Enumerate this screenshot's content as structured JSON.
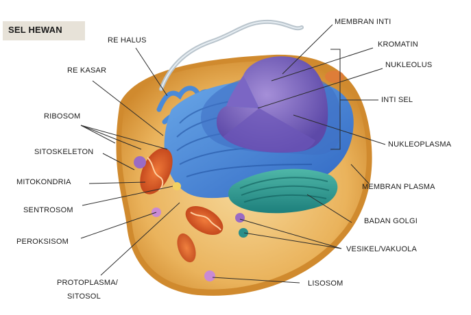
{
  "title": "SEL HEWAN",
  "labels": {
    "re_halus": "RE HALUS",
    "re_kasar": "RE KASAR",
    "ribosom": "RIBOSOM",
    "sitoskeleton": "SITOSKELETON",
    "mitokondria": "MITOKONDRIA",
    "sentrosom": "SENTROSOM",
    "peroksisom": "PEROKSISOM",
    "protoplasma_line1": "PROTOPLASMA/",
    "protoplasma_line2": "SITOSOL",
    "membran_inti": "MEMBRAN INTI",
    "kromatin": "KROMATIN",
    "nukleolus": "NUKLEOLUS",
    "inti_sel": "INTI SEL",
    "nukleoplasma": "NUKLEOPLASMA",
    "membran_plasma": "MEMBRAN PLASMA",
    "badan_golgi": "BADAN GOLGI",
    "vesikel_vakuola": "VESIKEL/VAKUOLA",
    "lisosom": "LISOSOM"
  }
}
